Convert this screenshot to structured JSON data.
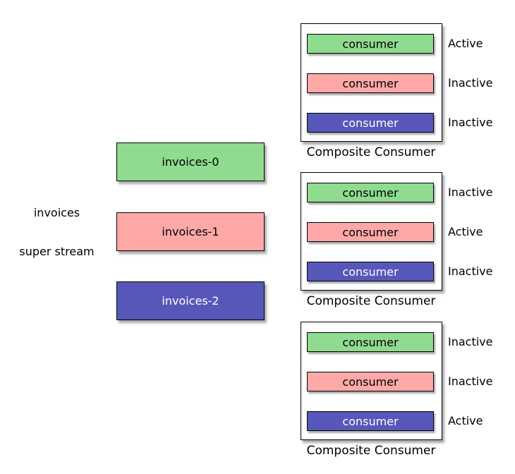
{
  "stream": {
    "name": "invoices",
    "type": "super stream",
    "partitions": [
      {
        "name": "invoices-0",
        "color": "#8FDB8F",
        "text_color": "#000000"
      },
      {
        "name": "invoices-1",
        "color": "#FFA8A8",
        "text_color": "#000000"
      },
      {
        "name": "invoices-2",
        "color": "#5757BA",
        "text_color": "#FFFFFF"
      }
    ]
  },
  "composite_consumers": [
    {
      "label": "Composite Consumer",
      "consumers": [
        {
          "label": "consumer",
          "color": "#8FDB8F",
          "text_color": "#000000",
          "status": "Active"
        },
        {
          "label": "consumer",
          "color": "#FFA8A8",
          "text_color": "#000000",
          "status": "Inactive"
        },
        {
          "label": "consumer",
          "color": "#5757BA",
          "text_color": "#FFFFFF",
          "status": "Inactive"
        }
      ]
    },
    {
      "label": "Composite Consumer",
      "consumers": [
        {
          "label": "consumer",
          "color": "#8FDB8F",
          "text_color": "#000000",
          "status": "Inactive"
        },
        {
          "label": "consumer",
          "color": "#FFA8A8",
          "text_color": "#000000",
          "status": "Active"
        },
        {
          "label": "consumer",
          "color": "#5757BA",
          "text_color": "#FFFFFF",
          "status": "Inactive"
        }
      ]
    },
    {
      "label": "Composite Consumer",
      "consumers": [
        {
          "label": "consumer",
          "color": "#8FDB8F",
          "text_color": "#000000",
          "status": "Inactive"
        },
        {
          "label": "consumer",
          "color": "#FFA8A8",
          "text_color": "#000000",
          "status": "Inactive"
        },
        {
          "label": "consumer",
          "color": "#5757BA",
          "text_color": "#FFFFFF",
          "status": "Active"
        }
      ]
    }
  ]
}
